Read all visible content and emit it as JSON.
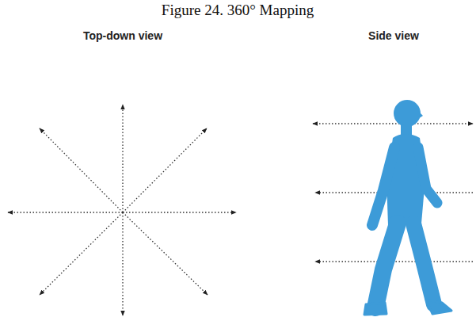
{
  "diagram": {
    "title": "Figure 24. 360° Mapping",
    "labels": [
      "Top-down view",
      "Side view"
    ]
  }
}
